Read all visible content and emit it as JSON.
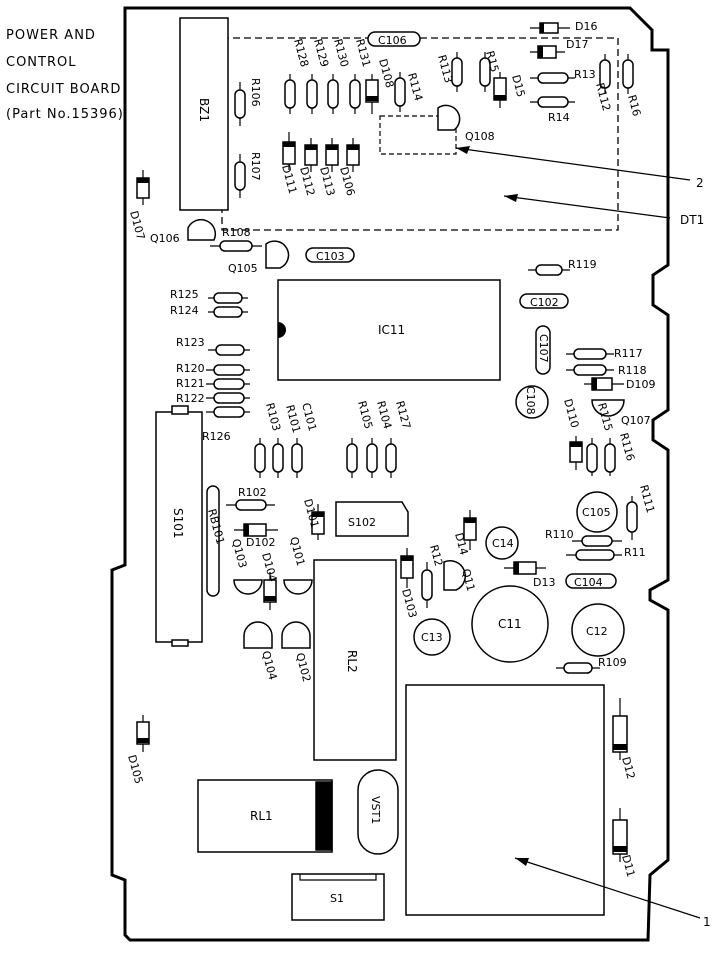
{
  "title_lines": [
    "POWER AND",
    "CONTROL",
    "CIRCUIT BOARD",
    "(Part No.15396)"
  ],
  "labels": {
    "bz1": "BZ1",
    "c106": "C106",
    "d16": "D16",
    "d17": "D17",
    "r128": "R128",
    "r129": "R129",
    "r130": "R130",
    "r131": "R131",
    "d108": "D108",
    "r114": "R114",
    "r113": "R113",
    "r15": "R15",
    "d15": "D15",
    "r13": "R13",
    "r112": "R112",
    "r16": "R16",
    "r14": "R14",
    "q108": "Q108",
    "r106": "R106",
    "r107": "R107",
    "d111": "D111",
    "d112": "D112",
    "d113": "D113",
    "d106": "D106",
    "d107": "D107",
    "q106": "Q106",
    "r108": "R108",
    "q105": "Q105",
    "c103": "C103",
    "r119": "R119",
    "r125": "R125",
    "r124": "R124",
    "ic11": "IC11",
    "c102": "C102",
    "c107": "C107",
    "r123": "R123",
    "r117": "R117",
    "r118": "R118",
    "d109": "D109",
    "r120": "R120",
    "r121": "R121",
    "r122": "R122",
    "c108": "C108",
    "d110": "D110",
    "q107": "Q107",
    "r126": "R126",
    "r103": "R103",
    "r101": "R101",
    "c101": "C101",
    "r105": "R105",
    "r104": "R104",
    "r127": "R127",
    "r115": "R115",
    "r116": "R116",
    "s101": "S101",
    "r102": "R102",
    "d101": "D101",
    "s102": "S102",
    "c105": "C105",
    "r111": "R111",
    "rb101": "RB101",
    "d102": "D102",
    "q103": "Q103",
    "d104": "D104",
    "q101": "Q101",
    "r12": "R12",
    "d14": "D14",
    "c14": "C14",
    "r110": "R110",
    "r11": "R11",
    "q11": "Q11",
    "d13": "D13",
    "c104": "C104",
    "d103": "D103",
    "c11": "C11",
    "c13": "C13",
    "c12": "C12",
    "q104": "Q104",
    "q102": "Q102",
    "rl2": "RL2",
    "r109": "R109",
    "d105": "D105",
    "rl1": "RL1",
    "vst1": "VST1",
    "d12": "D12",
    "d11": "D11",
    "s1": "S1",
    "callout_1": "1",
    "callout_2": "2",
    "callout_dt1": "DT1"
  }
}
